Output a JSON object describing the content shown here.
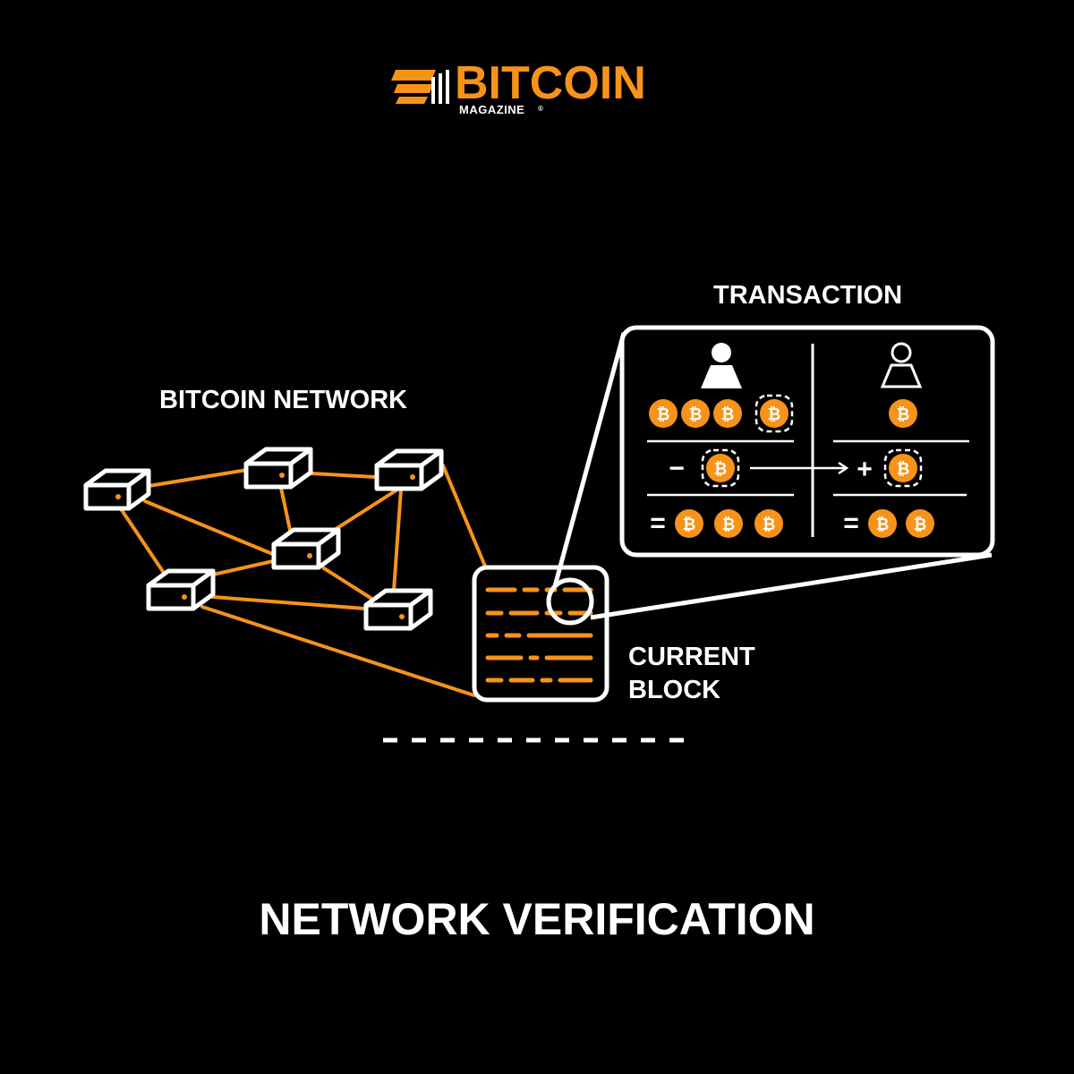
{
  "logo": {
    "wordmark": "BITCOIN",
    "subtitle": "MAGAZINE",
    "registered": "®"
  },
  "labels": {
    "network": "BITCOIN NETWORK",
    "transaction": "TRANSACTION",
    "current_block_line1": "CURRENT",
    "current_block_line2": "BLOCK",
    "title": "NETWORK VERIFICATION"
  },
  "transaction": {
    "sender": {
      "holding_coins": 4,
      "sent_coins": 1,
      "remaining_coins": 3,
      "minus_sign": "−",
      "equals_sign": "="
    },
    "receiver": {
      "holding_coins": 1,
      "received_coins": 1,
      "resulting_coins": 2,
      "plus_sign": "+",
      "equals_sign": "="
    }
  },
  "coin_symbol": "₿",
  "colors": {
    "background": "#000000",
    "accent_orange": "#F7931A",
    "line_white": "#FFFFFF"
  },
  "icons": {
    "node": "server-node-icon",
    "sender": "person-filled-icon",
    "receiver": "person-outline-icon",
    "coin": "bitcoin-coin-icon",
    "logo_mark": "bitcoin-magazine-stripes-icon"
  }
}
